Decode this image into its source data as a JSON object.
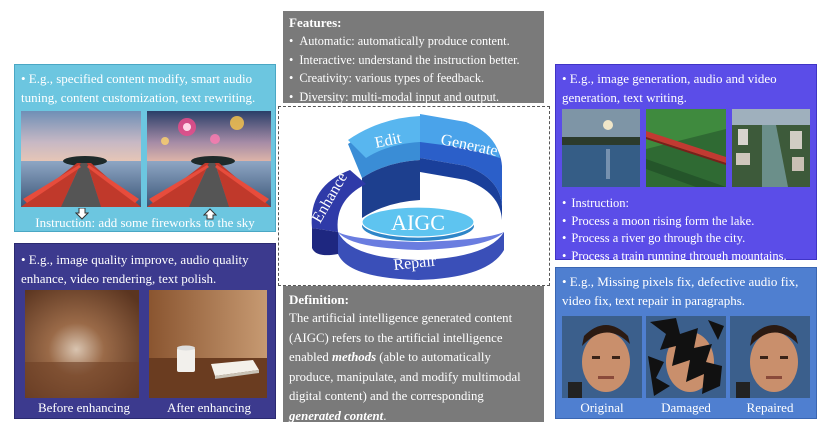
{
  "features": {
    "title": "Features:",
    "items": [
      "Automatic: automatically produce content.",
      "Interactive: understand the instruction better.",
      "Creativity: various types of feedback.",
      "Diversity: multi-modal input and output."
    ]
  },
  "definition": {
    "title": "Definition:",
    "line1": "The artificial intelligence generated content",
    "line2": "(AIGC) refers to the artificial intelligence",
    "line3_pre": "enabled ",
    "line3_em": "methods",
    "line3_post": " (able to automatically",
    "line4": "produce, manipulate, and modify multimodal",
    "line5": "digital content) and the corresponding",
    "line6_em": "generated content",
    "line6_post": "."
  },
  "edit_panel": {
    "text_l1": "• E.g., specified content modify, smart audio",
    "text_l2": "tuning, content customization, text rewriting.",
    "caption": "Instruction: add some fireworks to the sky"
  },
  "enhance_panel": {
    "text_l1": "• E.g., image quality improve, audio quality",
    "text_l2": "enhance, video rendering, text polish.",
    "caption_before": "Before enhancing",
    "caption_after": "After enhancing"
  },
  "generate_panel": {
    "text_l1": "• E.g., image generation, audio and video",
    "text_l2": "generation, text writing.",
    "instructions": [
      "Instruction:",
      "Process a moon rising form the lake.",
      "Process a river go through the city.",
      "Process a train running through mountains."
    ]
  },
  "repair_panel": {
    "text_l1": "• E.g., Missing pixels fix, defective audio fix,",
    "text_l2": "video fix, text repair in paragraphs.",
    "captions": [
      "Original",
      "Damaged",
      "Repaired"
    ]
  },
  "wheel": {
    "center": "AIGC",
    "segments": [
      "Enhance",
      "Edit",
      "Generate",
      "Repair"
    ],
    "colors": {
      "enhance": "#2f3aa8",
      "edit": "#3d8fd1",
      "generate": "#2f8fe0",
      "repair": "#3a4fb8",
      "center": "#49b3e6"
    }
  }
}
